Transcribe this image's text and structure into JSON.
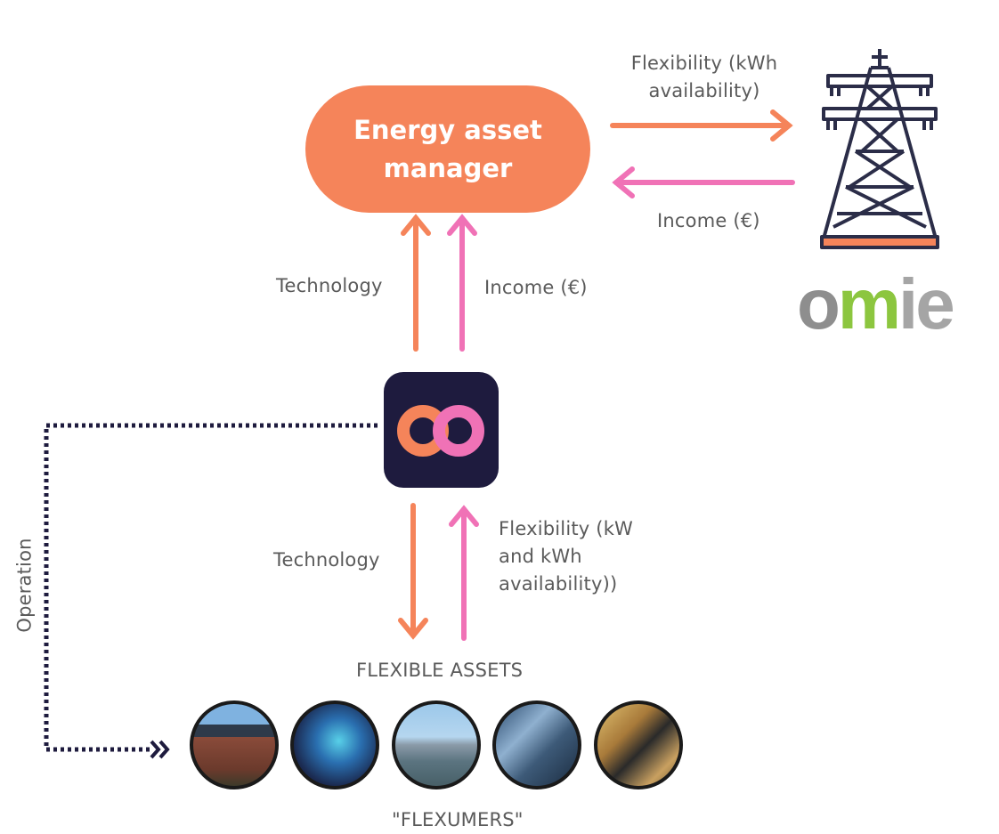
{
  "manager": {
    "label": "Energy asset manager"
  },
  "market": {
    "logo_parts": {
      "first": "o",
      "second": "m",
      "third": "ie"
    },
    "to_market_label": "Flexibility (kWh availability)",
    "from_market_label": "Income (€)"
  },
  "platform": {
    "up_tech_label": "Technology",
    "up_income_label": "Income (€)",
    "down_tech_label": "Technology",
    "up_flex_label": "Flexibility (kW and kWh availability))"
  },
  "operation_label": "Operation",
  "assets": {
    "heading": "FLEXIBLE ASSETS",
    "footer": "\"FLEXUMERS\"",
    "items": [
      "house-solar",
      "smart-thermostat",
      "water-treatment",
      "industrial-plant",
      "ev-charging"
    ]
  },
  "colors": {
    "orange": "#f5845a",
    "pink": "#f072b6",
    "navy": "#1e1b3e",
    "tower": "#2b2d48"
  }
}
